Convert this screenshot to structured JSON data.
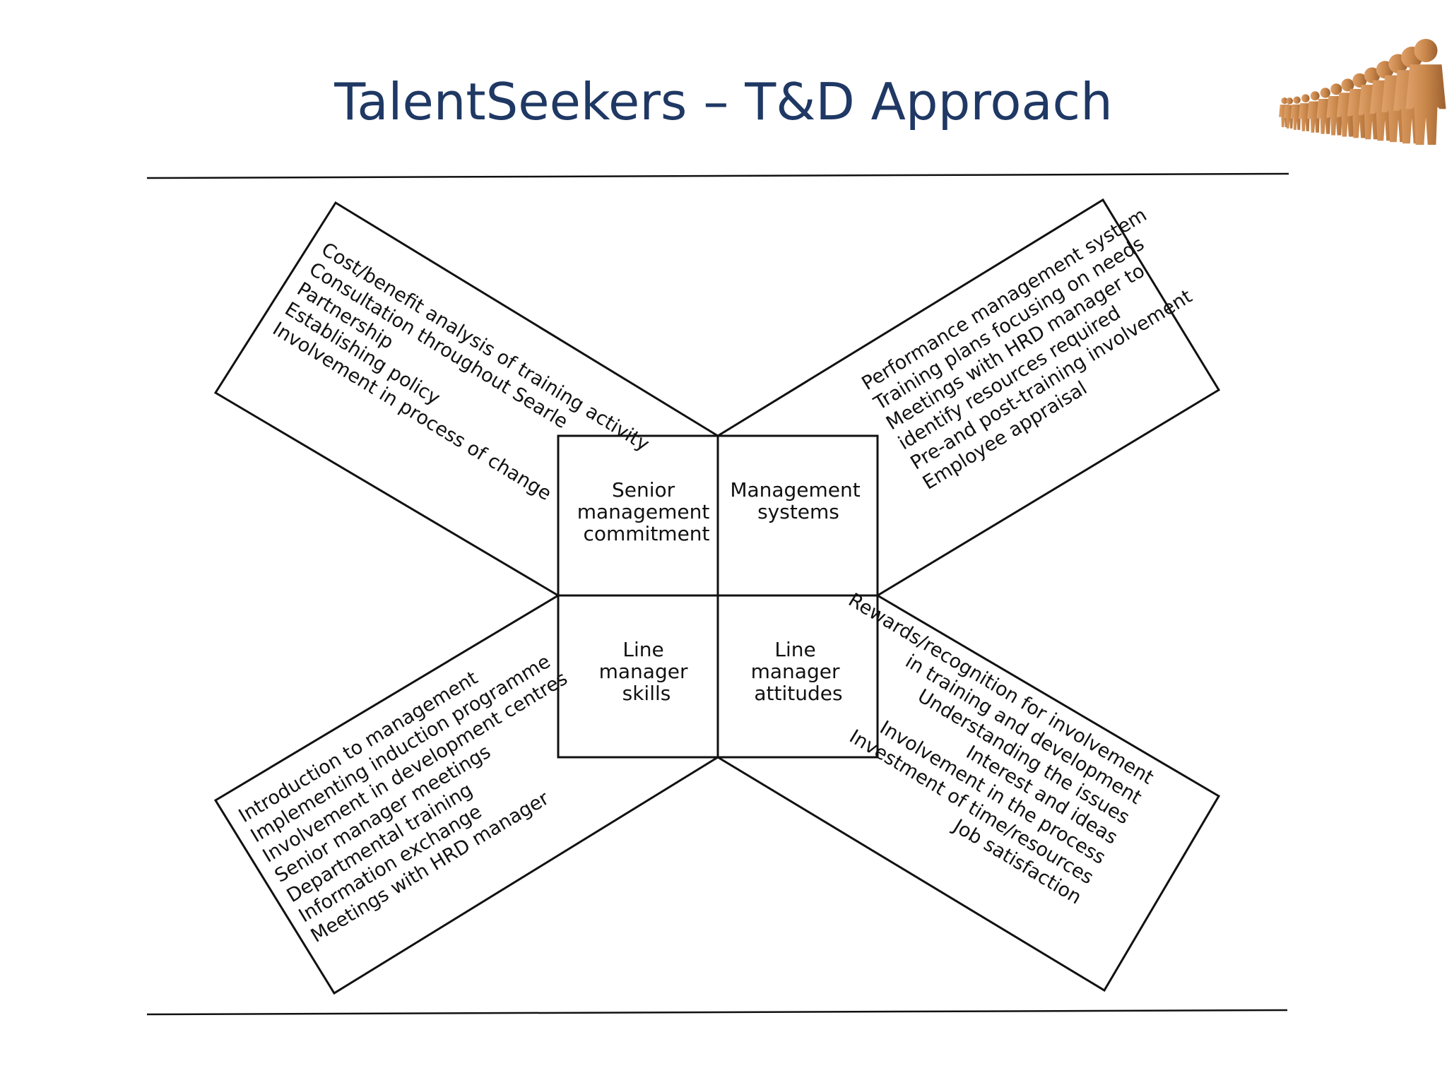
{
  "slide": {
    "title": "TalentSeekers – T&D Approach"
  },
  "corner_image": {
    "icon": "people-row-icon",
    "color": "#c8864a"
  },
  "diagram": {
    "center": {
      "top_left": [
        "Senior",
        "management",
        "commitment"
      ],
      "top_right": [
        "Management",
        "systems"
      ],
      "bottom_left": [
        "Line",
        "manager",
        "skills"
      ],
      "bottom_right": [
        "Line",
        "manager",
        "attitudes"
      ]
    },
    "wings": {
      "top_left": [
        "Cost/benefit analysis of training activity",
        "Consultation throughout Searle",
        "Partnership",
        "Establishing policy",
        "Involvement in process of change"
      ],
      "top_right": [
        "Performance management system",
        "Training plans focusing on needs",
        "Meetings with HRD manager to",
        "identify resources required",
        "Pre-and post-training involvement",
        "Employee appraisal"
      ],
      "bottom_left": [
        "Introduction to management",
        "Implementing induction programme",
        "Involvement in development centres",
        "Senior manager meetings",
        "Departmental training",
        "Information exchange",
        "Meetings with HRD manager"
      ],
      "bottom_right": [
        "Rewards/recognition for involvement",
        "in training and development",
        "Understanding the issues",
        "Interest and ideas",
        "Involvement in the process",
        "Investment of time/resources",
        "Job satisfaction"
      ]
    }
  }
}
